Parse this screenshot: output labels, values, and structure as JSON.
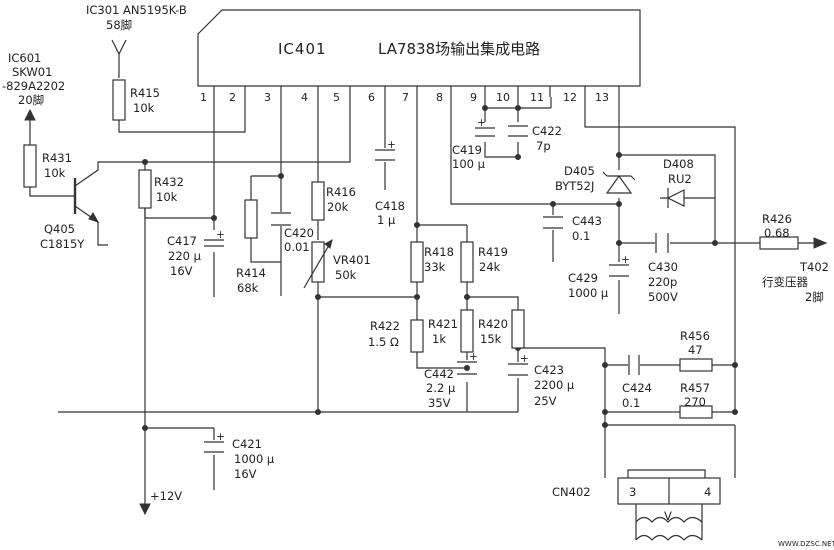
{
  "ic401": {
    "ref": "IC401",
    "title": "LA7838场输出集成电路",
    "pins": [
      "1",
      "2",
      "3",
      "4",
      "5",
      "6",
      "7",
      "8",
      "9",
      "10",
      "11",
      "12",
      "13"
    ]
  },
  "ic301": {
    "label": "IC301  AN5195K-B",
    "pin": "58脚"
  },
  "ic601": {
    "ref": "IC601",
    "part": "SKW01",
    "code": "-829A2202",
    "pin": "20脚"
  },
  "transistor": {
    "ref": "Q405",
    "part": "C1815Y"
  },
  "resistors": {
    "r415": {
      "ref": "R415",
      "value": "10k"
    },
    "r431": {
      "ref": "R431",
      "value": "10k"
    },
    "r432": {
      "ref": "R432",
      "value": "10k"
    },
    "r414": {
      "ref": "R414",
      "value": "68k"
    },
    "r416": {
      "ref": "R416",
      "value": "20k"
    },
    "vr401": {
      "ref": "VR401",
      "value": "50k"
    },
    "r418": {
      "ref": "R418",
      "value": "33k"
    },
    "r419": {
      "ref": "R419",
      "value": "24k"
    },
    "r422": {
      "ref": "R422",
      "value": "1.5 Ω"
    },
    "r421": {
      "ref": "R421",
      "value": "1k"
    },
    "r420": {
      "ref": "R420",
      "value": "15k"
    },
    "r426": {
      "ref": "R426",
      "value": "0.68"
    },
    "r456": {
      "ref": "R456",
      "value": "47"
    },
    "r457": {
      "ref": "R457",
      "value": "270"
    }
  },
  "capacitors": {
    "c417": {
      "ref": "C417",
      "value": "220 μ",
      "volt": "16V"
    },
    "c420": {
      "ref": "C420",
      "value": "0.01"
    },
    "c418": {
      "ref": "C418",
      "value": "1 μ"
    },
    "c419": {
      "ref": "C419",
      "value": "100 μ"
    },
    "c422": {
      "ref": "C422",
      "value": "7p"
    },
    "c443": {
      "ref": "C443",
      "value": "0.1"
    },
    "c429": {
      "ref": "C429",
      "value": "1000 μ"
    },
    "c430": {
      "ref": "C430",
      "value": "220p",
      "volt": "500V"
    },
    "c442": {
      "ref": "C442",
      "value": "2.2 μ",
      "volt": "35V"
    },
    "c423": {
      "ref": "C423",
      "value": "2200 μ",
      "volt": "25V"
    },
    "c424": {
      "ref": "C424",
      "value": "0.1"
    },
    "c421": {
      "ref": "C421",
      "value": "1000 μ",
      "volt": "16V"
    }
  },
  "diodes": {
    "d405": {
      "ref": "D405",
      "part": "BYT52J"
    },
    "d408": {
      "ref": "D408",
      "part": "RU2"
    }
  },
  "t402": {
    "ref": "T402",
    "name": "行变压器",
    "pin": "2脚"
  },
  "cn402": {
    "ref": "CN402",
    "pin3": "3",
    "pin4": "4",
    "coil": "V"
  },
  "supply": {
    "label": "+12V"
  },
  "polarity": "+",
  "watermark": "WWW.DZSC.NET"
}
